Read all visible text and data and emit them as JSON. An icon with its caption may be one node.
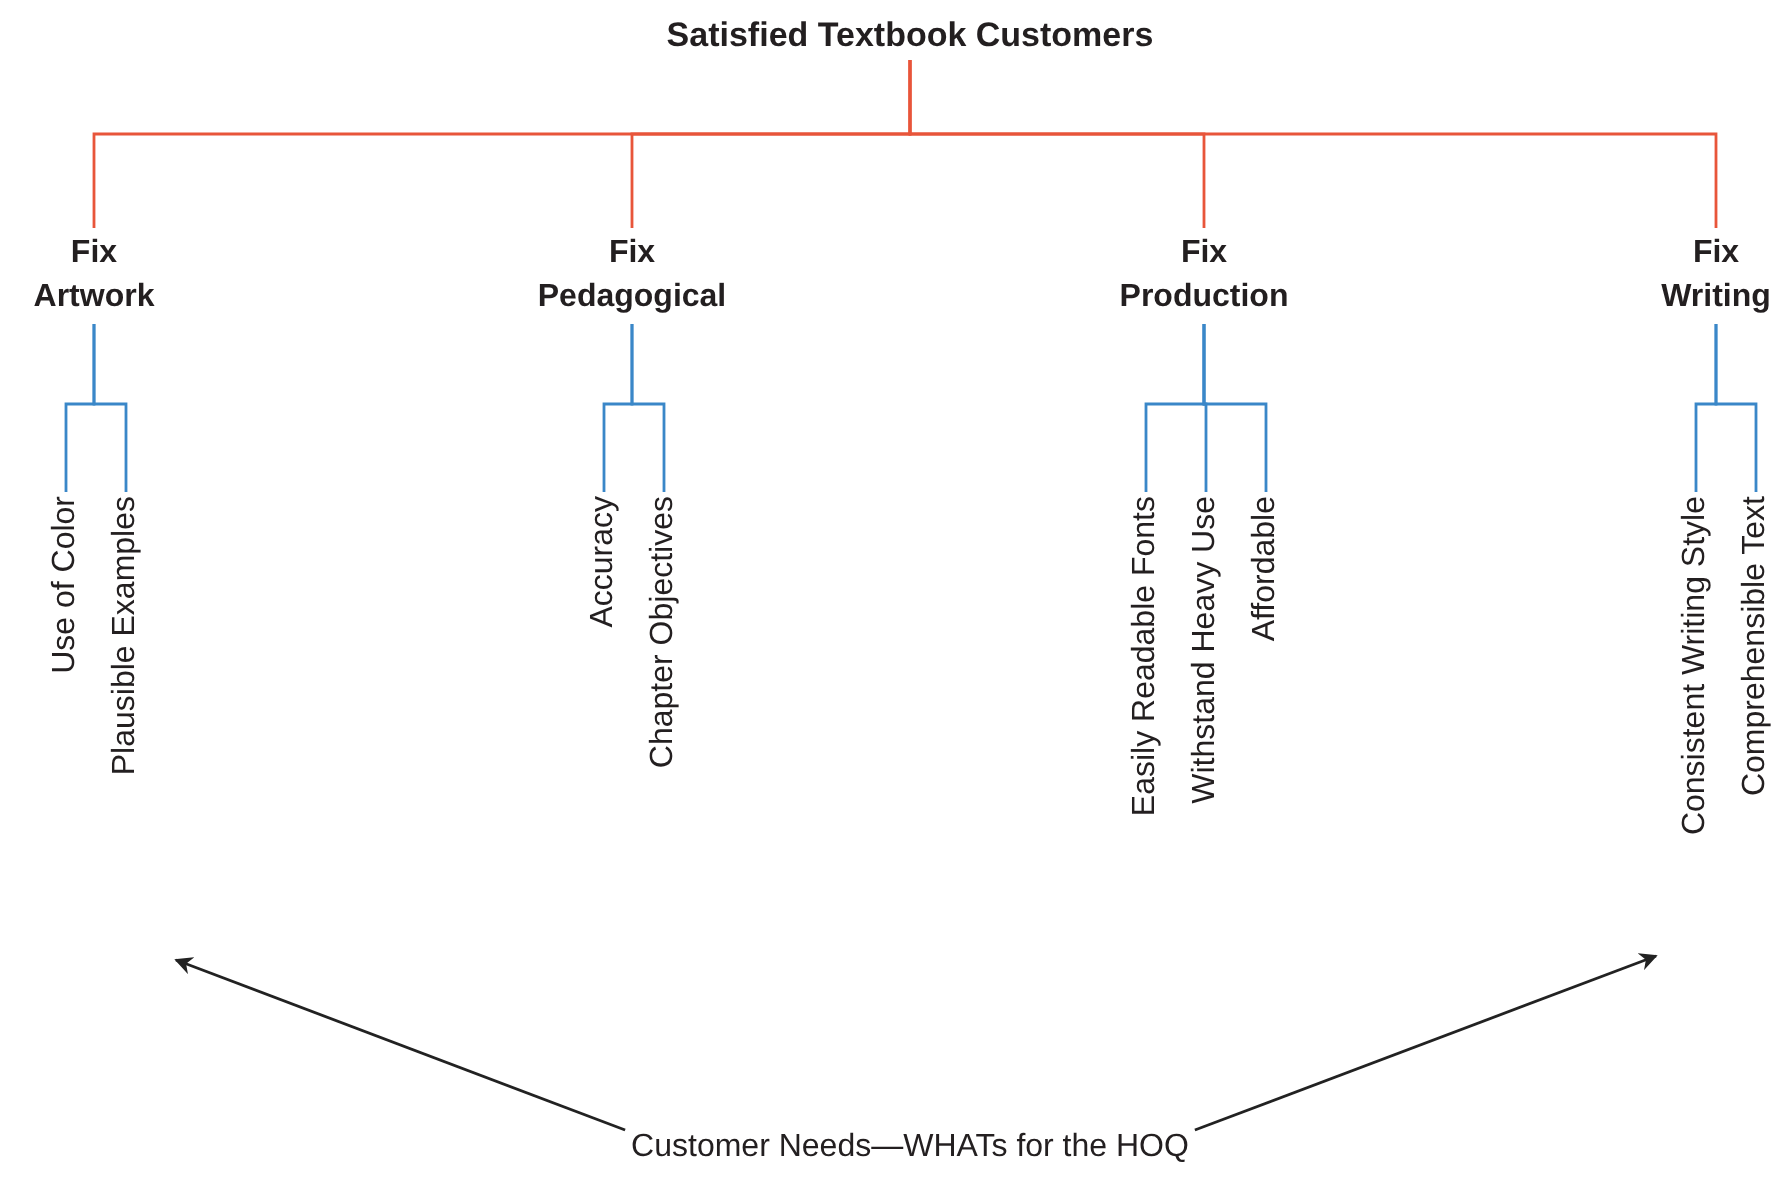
{
  "diagram": {
    "nodes": [
      {
        "text": [
          "Satisfied Textbook Customers"
        ]
      },
      {
        "text": [
          "Fix Artwork"
        ]
      },
      {
        "text": [
          "Fix Pedagogical"
        ]
      },
      {
        "text": [
          "Fix Production"
        ]
      },
      {
        "text": [
          "Fix Writing"
        ]
      },
      {
        "text": [
          "Use of Color"
        ]
      },
      {
        "text": [
          "Plausible Examples"
        ]
      },
      {
        "text": [
          "Accuracy"
        ]
      },
      {
        "text": [
          "Chapter Objectives"
        ]
      },
      {
        "text": [
          "Easily Readable Fonts"
        ]
      },
      {
        "text": [
          "Withstand Heavy Use"
        ]
      },
      {
        "text": [
          "Affordable"
        ]
      },
      {
        "text": [
          "Consistent Writing Style"
        ]
      },
      {
        "text": [
          "Comprehensible Text"
        ]
      },
      {
        "text": [
          "Customer Needs—WHATs for the HOQ"
        ]
      }
    ],
    "edges": [
      {
        "from": 0,
        "to": 1,
        "arrow": "none",
        "color": "#e8553a"
      },
      {
        "from": 0,
        "to": 2,
        "arrow": "none",
        "color": "#e8553a"
      },
      {
        "from": 0,
        "to": 3,
        "arrow": "none",
        "color": "#e8553a"
      },
      {
        "from": 0,
        "to": 4,
        "arrow": "none",
        "color": "#e8553a"
      },
      {
        "from": 1,
        "to": 5,
        "arrow": "none"
      },
      {
        "from": 1,
        "to": 6,
        "arrow": "none"
      },
      {
        "from": 2,
        "to": 7,
        "arrow": "none"
      },
      {
        "from": 2,
        "to": 8,
        "arrow": "none"
      },
      {
        "from": 3,
        "to": 9,
        "arrow": "none"
      },
      {
        "from": 3,
        "to": 10,
        "arrow": "none"
      },
      {
        "from": 3,
        "to": 11,
        "arrow": "none"
      },
      {
        "from": 4,
        "to": 12,
        "arrow": "none"
      },
      {
        "from": 4,
        "to": 13,
        "arrow": "none"
      },
      {
        "from": 14,
        "to": null,
        "arrow": "to",
        "color": "#222222"
      },
      {
        "from": 14,
        "to": null,
        "arrow": "to",
        "color": "#222222"
      }
    ]
  }
}
